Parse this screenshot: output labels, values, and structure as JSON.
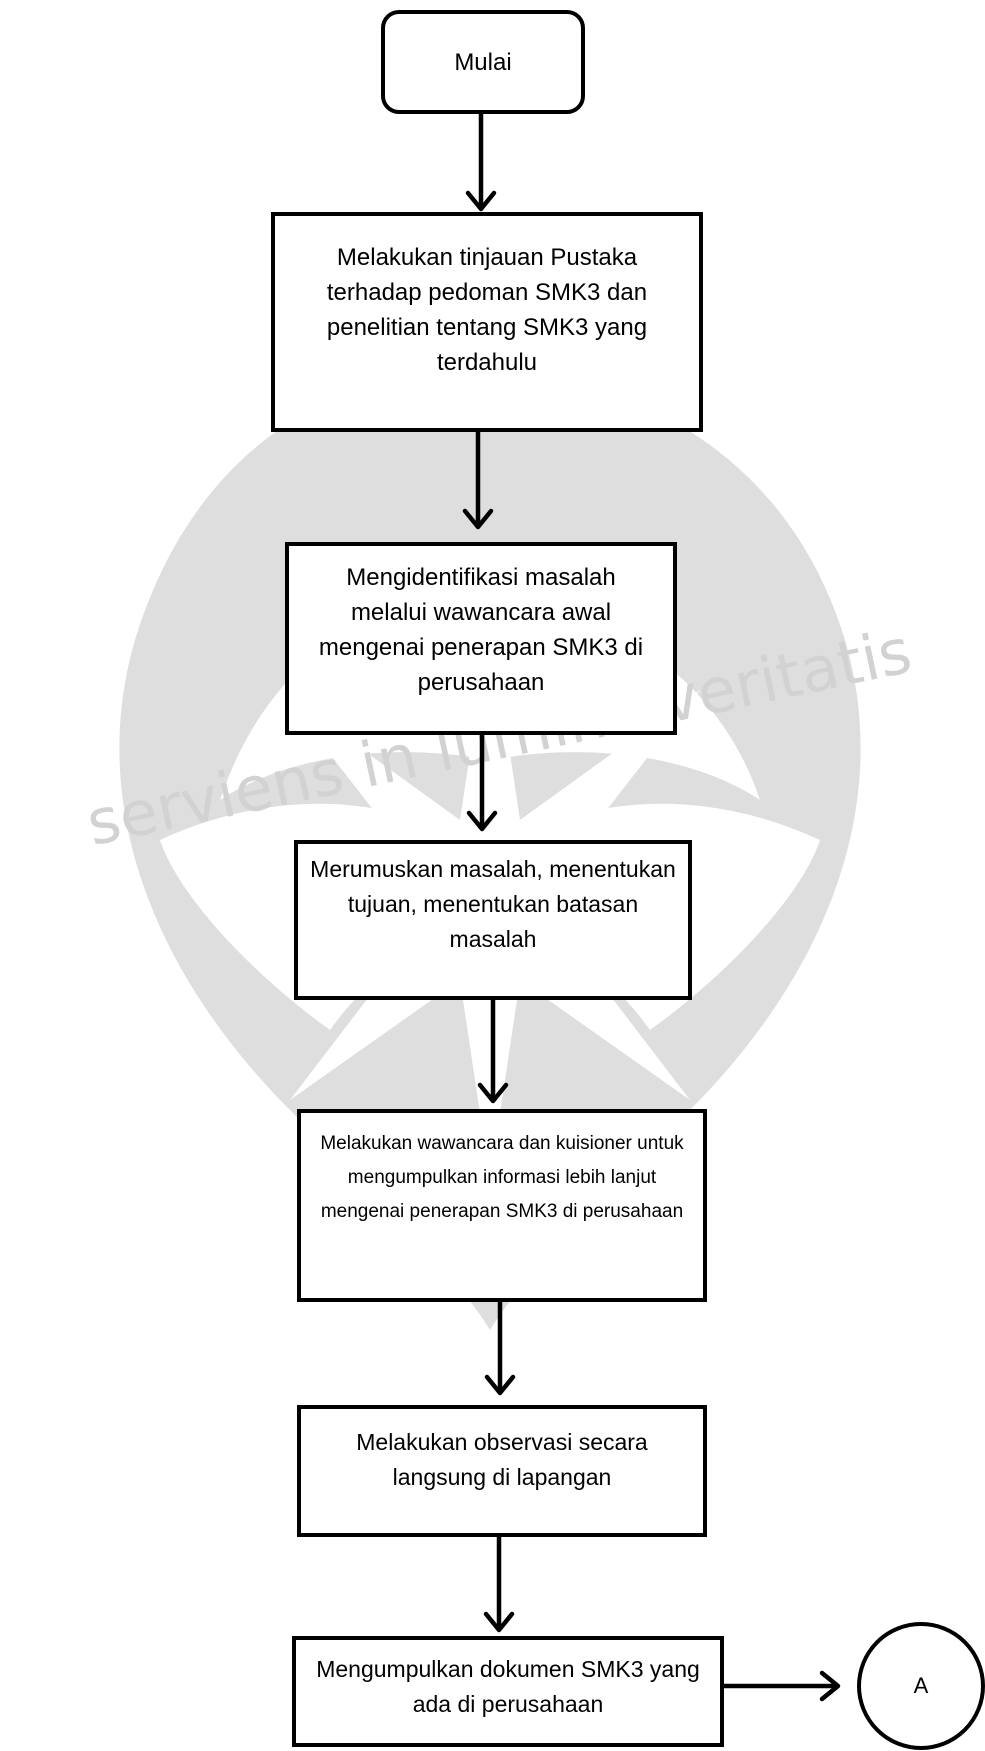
{
  "flowchart": {
    "start": "Mulai",
    "steps": [
      "Melakukan tinjauan Pustaka terhadap pedoman SMK3 dan penelitian tentang SMK3 yang terdahulu",
      "Mengidentifikasi masalah melalui wawancara awal mengenai penerapan SMK3 di perusahaan",
      "Merumuskan masalah, menentukan tujuan, menentukan batasan masalah",
      "Melakukan wawancara dan kuisioner untuk mengumpulkan informasi lebih lanjut mengenai penerapan SMK3 di perusahaan",
      "Melakukan observasi secara langsung di lapangan",
      "Mengumpulkan dokumen SMK3 yang ada di perusahaan"
    ],
    "off_page_connector": "A"
  },
  "watermark": {
    "text": "serviens in lumine veritatis",
    "color": "#d9d9d9"
  }
}
